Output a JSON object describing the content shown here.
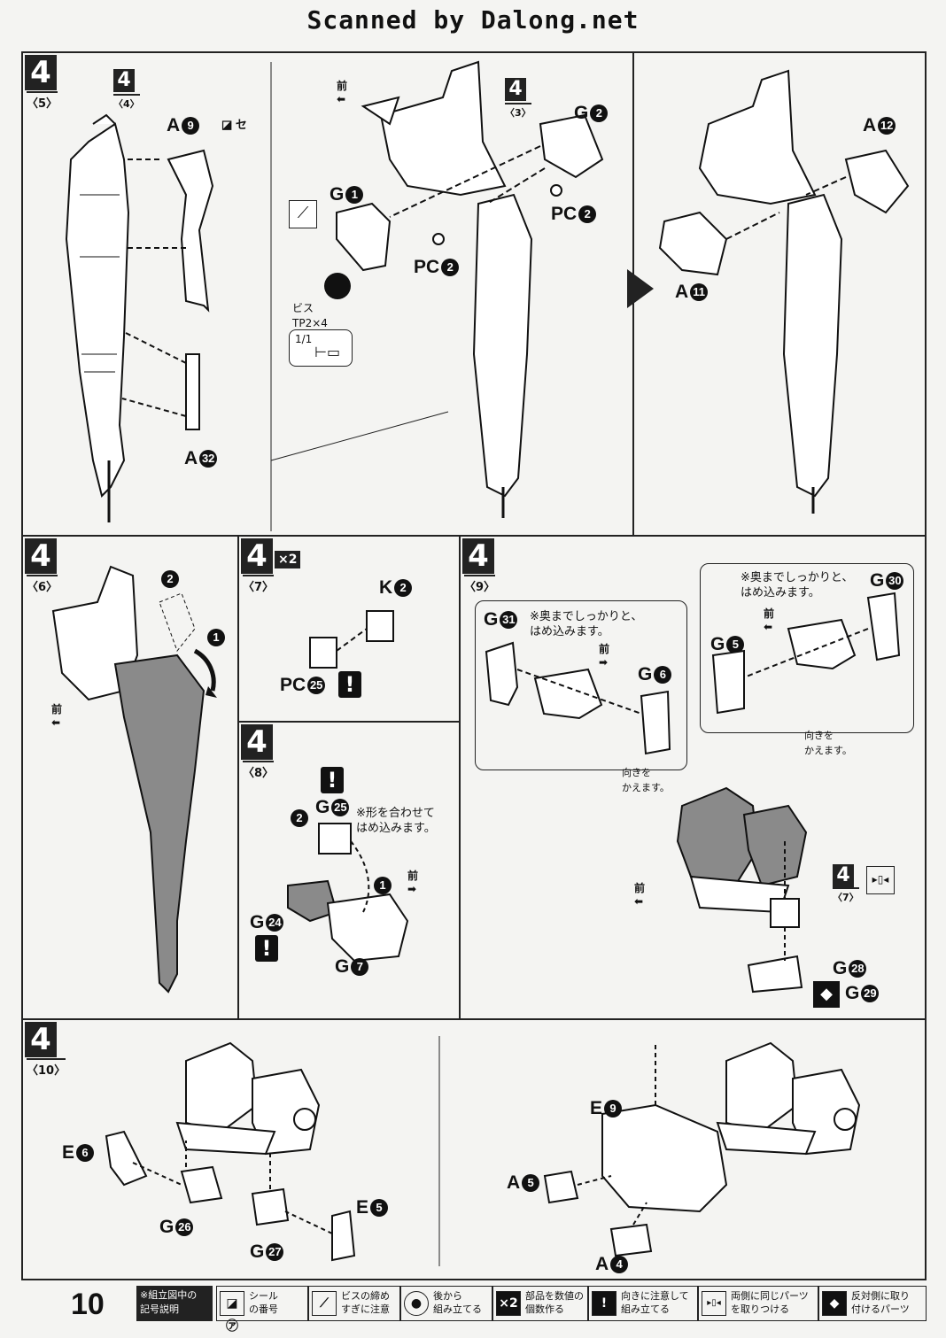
{
  "header": {
    "scanner_credit": "Scanned by Dalong.net"
  },
  "page": {
    "number": "10"
  },
  "panels": {
    "p5": {
      "step": "4",
      "sub": "〈5〉",
      "ref_step": "4",
      "ref_sub": "〈4〉",
      "labels": {
        "a9": "A",
        "a9n": "9",
        "a32": "A",
        "a32n": "32",
        "seal": "セ"
      }
    },
    "p5b": {
      "ref_step": "4",
      "ref_sub": "〈3〉",
      "front": "前",
      "labels": {
        "g2": "G",
        "g2n": "2",
        "g1": "G",
        "g1n": "1",
        "pc2a": "PC",
        "pc2an": "2",
        "pc2b": "PC",
        "pc2bn": "2",
        "screw": "ビス",
        "screw_spec": "TP2×4",
        "qty": "1/1"
      }
    },
    "p5c": {
      "labels": {
        "a12": "A",
        "a12n": "12",
        "a11": "A",
        "a11n": "11"
      }
    },
    "p6": {
      "step": "4",
      "sub": "〈6〉",
      "front": "前",
      "n1": "1",
      "n2": "2"
    },
    "p7": {
      "step": "4",
      "sub": "〈7〉",
      "mult": "×2",
      "labels": {
        "k2": "K",
        "k2n": "2",
        "pc25": "PC",
        "pc25n": "25"
      }
    },
    "p8": {
      "step": "4",
      "sub": "〈8〉",
      "front": "前",
      "note": "※形を合わせて\nはめ込みます。",
      "labels": {
        "g25": "G",
        "g25n": "25",
        "g24": "G",
        "g24n": "24",
        "g7": "G",
        "g7n": "7"
      },
      "n1": "1",
      "n2": "2"
    },
    "p9": {
      "step": "4",
      "sub": "〈9〉",
      "front": "前",
      "front2": "前",
      "front3": "前",
      "note1": "※奥までしっかりと、\nはめ込みます。",
      "note2": "※奥までしっかりと、\nはめ込みます。",
      "turn1": "向きを\nかえます。",
      "turn2": "向きを\nかえます。",
      "ref_step": "4",
      "ref_sub": "〈7〉",
      "labels": {
        "g31": "G",
        "g31n": "31",
        "g6": "G",
        "g6n": "6",
        "g30": "G",
        "g30n": "30",
        "g5": "G",
        "g5n": "5",
        "g28": "G",
        "g28n": "28",
        "g29": "G",
        "g29n": "29"
      }
    },
    "p10": {
      "step": "4",
      "sub": "〈10〉",
      "labels": {
        "e6": "E",
        "e6n": "6",
        "g26": "G",
        "g26n": "26",
        "g27": "G",
        "g27n": "27",
        "e5": "E",
        "e5n": "5",
        "e9": "E",
        "e9n": "9",
        "a5": "A",
        "a5n": "5",
        "a4": "A",
        "a4n": "4"
      }
    }
  },
  "legend": {
    "title": "※組立図中の\n記号説明",
    "items": [
      {
        "icon": "◪ ㋐",
        "text": "シール\nの番号"
      },
      {
        "icon": "⟋",
        "text": "ビスの締め\nすぎに注意"
      },
      {
        "icon": "●",
        "text": "後から\n組み立てる"
      },
      {
        "icon": "×2",
        "text": "部品を数値の\n個数作る"
      },
      {
        "icon": "!",
        "text": "向きに注意して\n組み立てる"
      },
      {
        "icon": "▸▯◂",
        "text": "両側に同じパーツ\nを取りつける"
      },
      {
        "icon": "◆",
        "text": "反対側に取り\n付けるパーツ"
      }
    ]
  }
}
